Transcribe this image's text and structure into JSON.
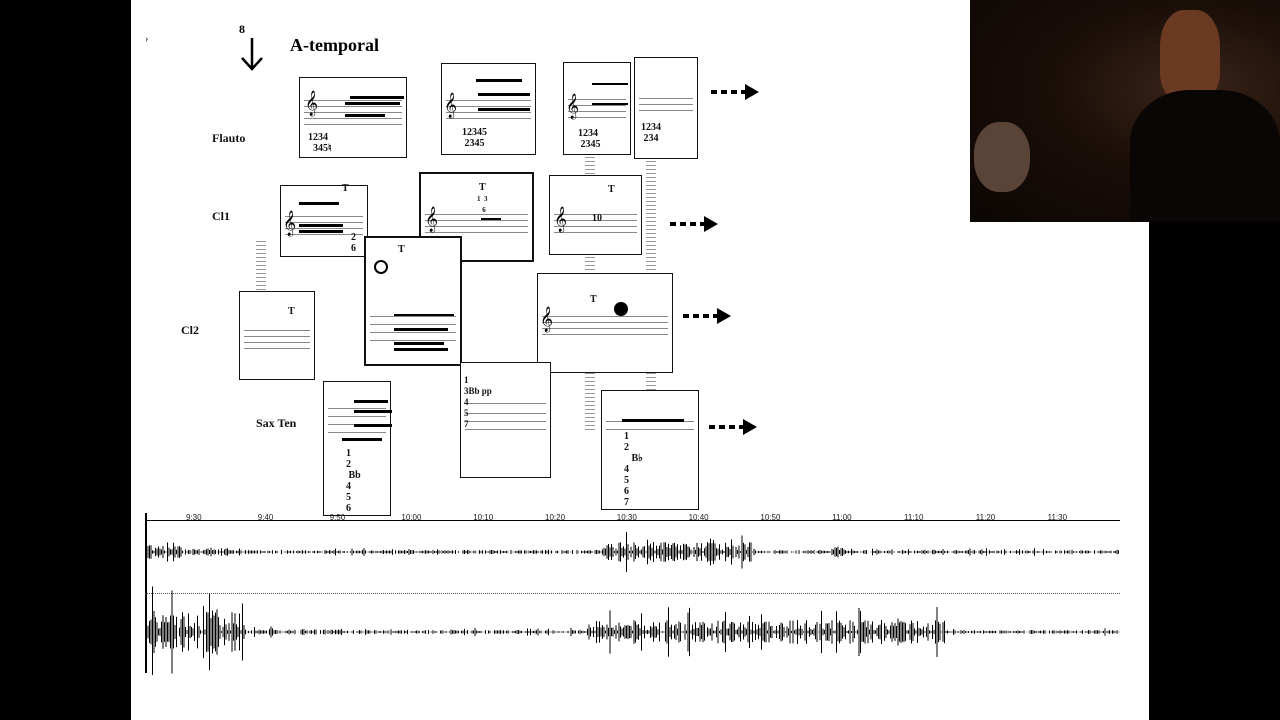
{
  "slide": {
    "marker": "8",
    "title": "A-temporal",
    "instruments": [
      "Flauto",
      "Cl1",
      "Cl2",
      "Sax Ten"
    ],
    "box_texts": {
      "fl1": "1234\n  345♮",
      "fl2": "12345\n 2345",
      "fl3": "1234\n 2345",
      "fl4": "1234\n 234",
      "cl1a_t": "T",
      "cl1a_n": "2\n6",
      "cl1b_t": "T",
      "cl1b_n": "1  3\n   6",
      "cl1c_t": "T",
      "cl1c_n": "10",
      "cl2a_t": "T",
      "cl2b_t": "T",
      "cl2c_t": "T",
      "sax1": "1\n2\n Bb\n4\n5\n6",
      "sax2": "1\n3Bb pp\n4\n5\n7",
      "sax3": "1\n2\n   B♭\n4\n5\n6\n7"
    },
    "timeline": [
      "9:30",
      "9:40",
      "9:50",
      "10:00",
      "10:10",
      "10:20",
      "10:30",
      "10:40",
      "10:50",
      "11:00",
      "11:10",
      "11:20",
      "11:30"
    ]
  }
}
